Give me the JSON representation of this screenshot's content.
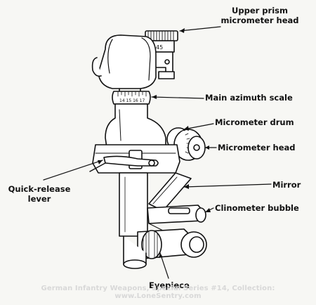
{
  "labels": {
    "upper_prism": [
      "Upper prism",
      "micrometer head"
    ],
    "main_azimuth_scale": "Main azimuth scale",
    "micrometer_drum": "Micrometer drum",
    "micrometer_head": "Micrometer head",
    "mirror": "Mirror",
    "quick_release": [
      "Quick-release",
      "lever"
    ],
    "clinometer_bubble": "Clinometer bubble",
    "eyepiece": "Eyepiece"
  },
  "caption": "German Infantry Weapons, Special Series #14, Collection: www.LoneSentry.com",
  "colors": {
    "ink": "#111111",
    "paper": "#f7f7f4",
    "watermark": "#d8d8d8"
  }
}
